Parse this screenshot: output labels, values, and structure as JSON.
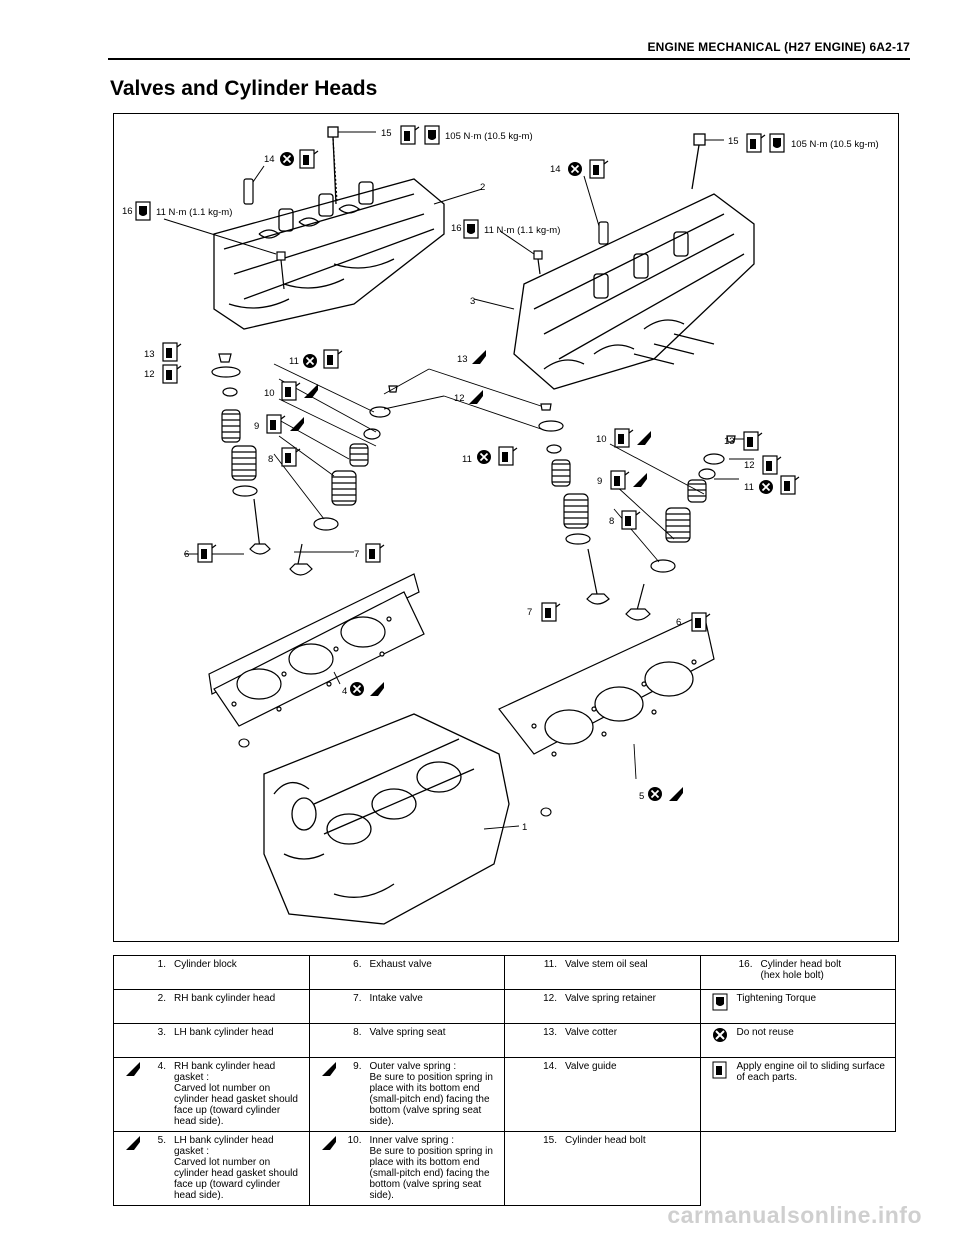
{
  "header": {
    "title": "ENGINE MECHANICAL (H27 ENGINE) 6A2-17"
  },
  "section_title": "Valves and Cylinder Heads",
  "figure": {
    "torques": {
      "bolt15_left": "105 N·m (10.5 kg-m)",
      "bolt15_right": "105 N·m (10.5 kg-m)",
      "bolt16_left": "11 N·m (1.1 kg-m)",
      "bolt16_right": "11 N·m (1.1 kg-m)"
    },
    "callouts": [
      "1",
      "2",
      "3",
      "4",
      "5",
      "6",
      "7",
      "8",
      "9",
      "10",
      "11",
      "12",
      "13",
      "14",
      "15",
      "16"
    ]
  },
  "legend": {
    "rows": [
      [
        {
          "num": "1.",
          "text": "Cylinder block",
          "icon": ""
        },
        {
          "num": "6.",
          "text": "Exhaust valve",
          "icon": ""
        },
        {
          "num": "11.",
          "text": "Valve stem oil seal",
          "icon": ""
        },
        {
          "num": "16.",
          "text": "Cylinder head bolt\n(hex hole bolt)",
          "icon": ""
        }
      ],
      [
        {
          "num": "2.",
          "text": "RH bank cylinder head",
          "icon": ""
        },
        {
          "num": "7.",
          "text": "Intake valve",
          "icon": ""
        },
        {
          "num": "12.",
          "text": "Valve spring retainer",
          "icon": ""
        },
        {
          "num": "",
          "text": "Tightening Torque",
          "icon": "torque-icon"
        }
      ],
      [
        {
          "num": "3.",
          "text": "LH bank cylinder head",
          "icon": ""
        },
        {
          "num": "8.",
          "text": "Valve spring seat",
          "icon": ""
        },
        {
          "num": "13.",
          "text": "Valve cotter",
          "icon": ""
        },
        {
          "num": "",
          "text": "Do not reuse",
          "icon": "do-not-reuse-icon"
        }
      ],
      [
        {
          "num": "4.",
          "text": "RH bank cylinder head gasket :\nCarved lot number on cylinder head gasket should face up (toward cylinder head side).",
          "icon": "note-icon"
        },
        {
          "num": "9.",
          "text": "Outer valve spring :\nBe sure to position spring in place with its bottom end (small-pitch end) facing the bottom (valve spring seat side).",
          "icon": "note-icon"
        },
        {
          "num": "14.",
          "text": "Valve guide",
          "icon": ""
        },
        {
          "num": "",
          "text": "Apply engine oil to sliding surface of each parts.",
          "icon": "oil-can-icon"
        }
      ],
      [
        {
          "num": "5.",
          "text": "LH bank cylinder head gasket :\nCarved lot number on cylinder head gasket should face up (toward cylinder head side).",
          "icon": "note-icon"
        },
        {
          "num": "10.",
          "text": "Inner valve spring :\nBe sure to position spring in place with its bottom end (small-pitch end) facing the bottom (valve spring seat side).",
          "icon": "note-icon"
        },
        {
          "num": "15.",
          "text": "Cylinder head bolt",
          "icon": ""
        },
        null
      ]
    ]
  },
  "watermark": "carmanualsonline.info"
}
